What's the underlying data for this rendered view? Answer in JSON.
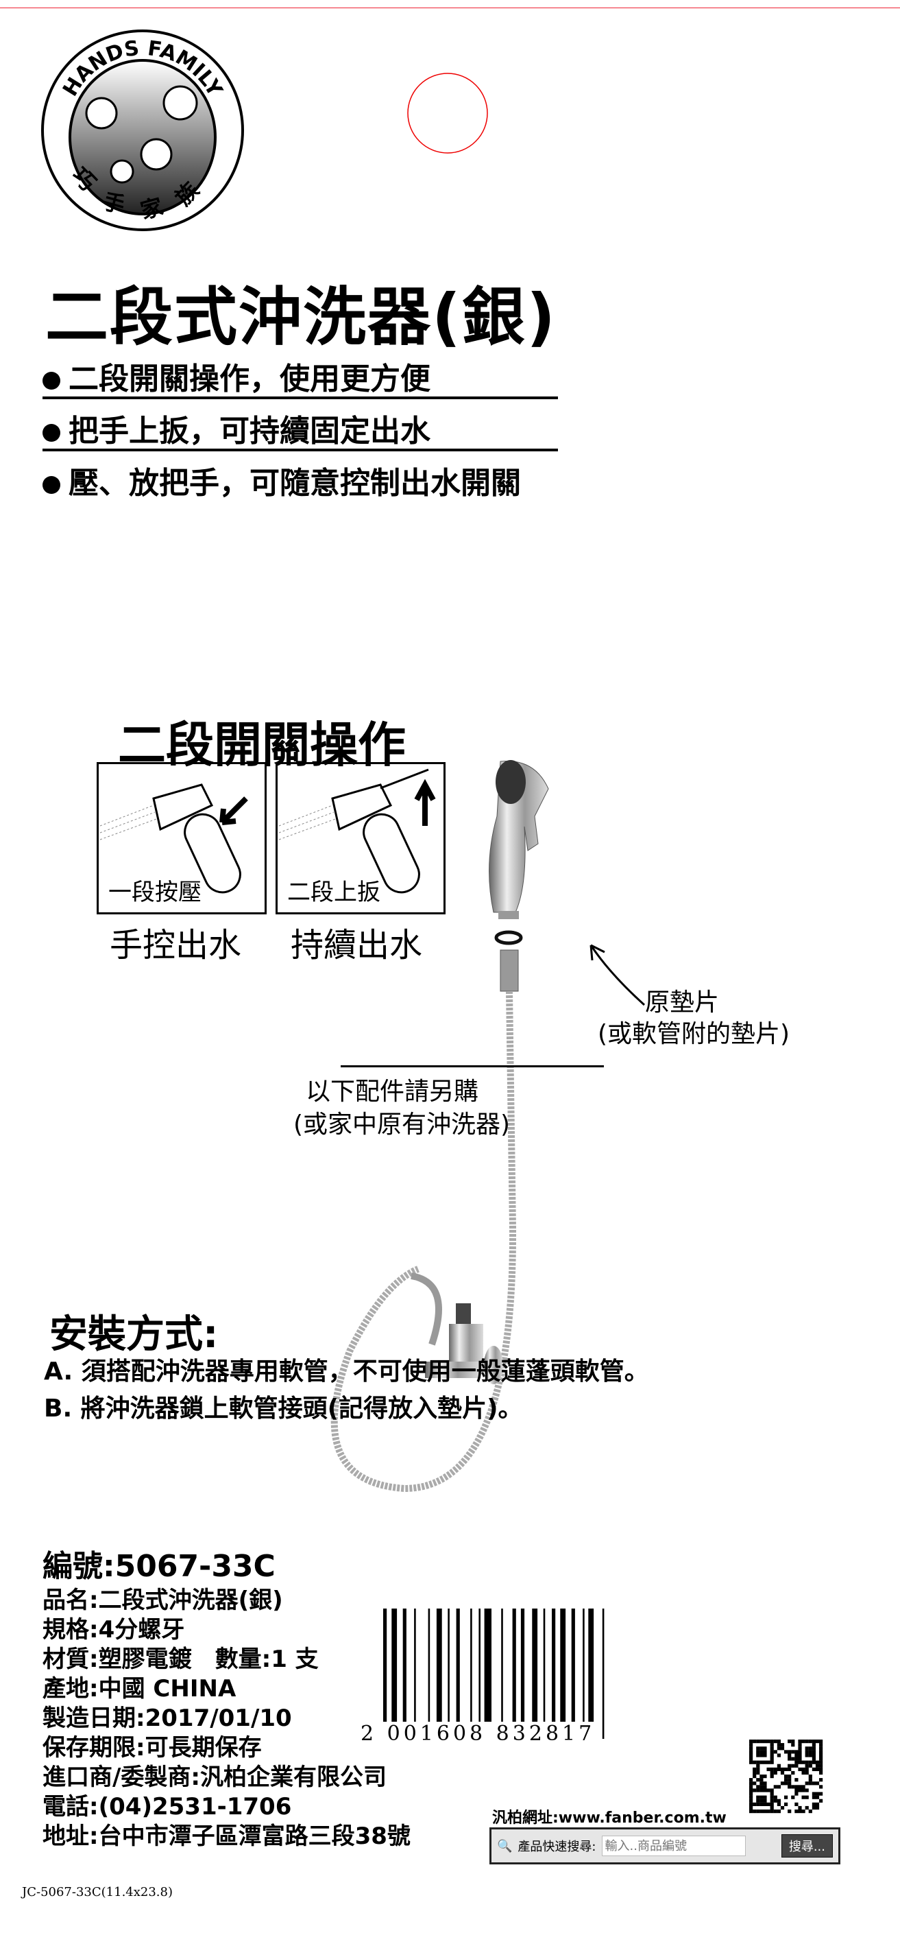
{
  "brand": {
    "name_en": "HANDS FAMILY",
    "name_zh": "巧手家族"
  },
  "title": "二段式沖洗器(銀)",
  "features": [
    "二段開關操作，使用更方便",
    "把手上扳，可持續固定出水",
    "壓、放把手，可隨意控制出水開關"
  ],
  "operation": {
    "title": "二段開關操作",
    "modes": [
      {
        "box_label": "一段按壓",
        "caption": "手控出水"
      },
      {
        "box_label": "二段上扳",
        "caption": "持續出水"
      }
    ]
  },
  "washer_note": {
    "line1": "原墊片",
    "line2": "(或軟管附的墊片)"
  },
  "accessory_note": {
    "line1": "以下配件請另購",
    "line2": "(或家中原有沖洗器)"
  },
  "install": {
    "title": "安裝方式:",
    "steps": [
      "A. 須搭配沖洗器專用軟管，不可使用一般蓮蓬頭軟管。",
      "B. 將沖洗器鎖上軟管接頭(記得放入墊片)。"
    ]
  },
  "info": {
    "code": "編號:5067-33C",
    "name": "品名:二段式沖洗器(銀)",
    "spec": "規格:4分螺牙",
    "material": "材質:塑膠電鍍　數量:1 支",
    "origin": "產地:中國 CHINA",
    "date": "製造日期:2017/01/10",
    "shelf": "保存期限:可長期保存",
    "importer": "進口商/委製商:汎柏企業有限公司",
    "phone": "電話:(04)2531-1706",
    "address": "地址:台中市潭子區潭富路三段38號"
  },
  "barcode": "2 001608 832817",
  "website": "汎柏網址:www.fanber.com.tw",
  "search": {
    "label": "產品快速搜尋:",
    "placeholder": "輸入..商品編號",
    "button": "搜尋..."
  },
  "footer": "JC-5067-33C(11.4x23.8)"
}
